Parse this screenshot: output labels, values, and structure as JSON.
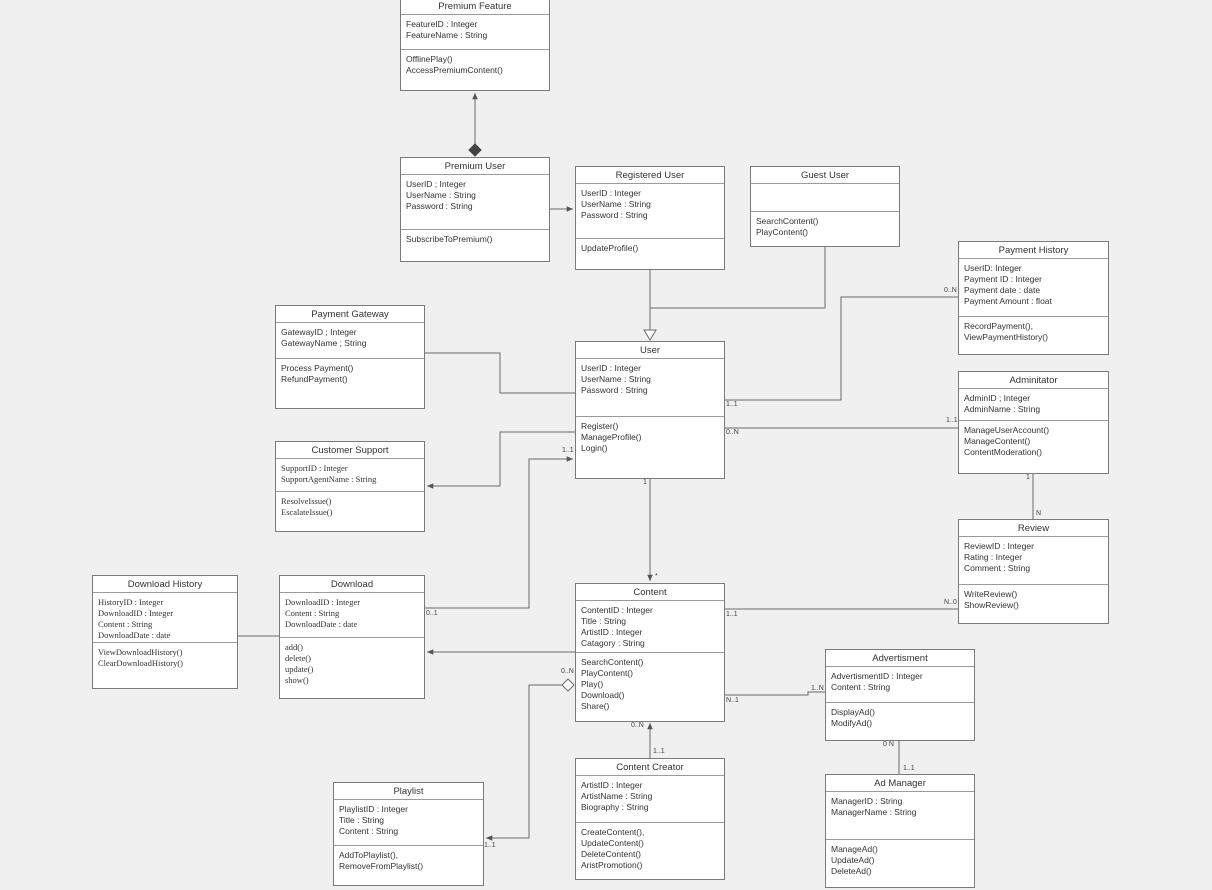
{
  "classes": {
    "premium_feature": {
      "title": "Premium Feature",
      "attributes": [
        "FeatureID : Integer",
        "FeatureName : String"
      ],
      "operations": [
        "OfflinePlay()",
        "AccessPremiumContent()"
      ]
    },
    "premium_user": {
      "title": "Premium User",
      "attributes": [
        "UserID ; Integer",
        "UserName : String",
        "Password : String"
      ],
      "operations": [
        "SubscribeToPremium()"
      ]
    },
    "registered_user": {
      "title": "Registered User",
      "attributes": [
        "UserID : Integer",
        "UserName : String",
        "Password : String"
      ],
      "operations": [
        "UpdateProfile()"
      ]
    },
    "guest_user": {
      "title": "Guest User",
      "attributes": [],
      "operations": [
        "SearchContent()",
        "PlayContent()"
      ]
    },
    "payment_history": {
      "title": "Payment History",
      "attributes": [
        "UserID: Integer",
        "Payment ID : Integer",
        "Payment date : date",
        "Payment Amount : float"
      ],
      "operations": [
        "RecordPayment(),",
        "ViewPaymentHistory()"
      ]
    },
    "payment_gateway": {
      "title": "Payment Gateway",
      "attributes": [
        "GatewayID ; Integer",
        "GatewayName ; String"
      ],
      "operations": [
        "Process Payment()",
        "RefundPayment()"
      ]
    },
    "user": {
      "title": "User",
      "attributes": [
        "UserID : Integer",
        "UserName : String",
        "Password : String"
      ],
      "operations": [
        "Register()",
        "ManageProfile()",
        "Login()"
      ]
    },
    "admin": {
      "title": "Adminitator",
      "attributes": [
        "AdminID ; Integer",
        "AdminName : String"
      ],
      "operations": [
        "ManageUserAccount()",
        "ManageContent()",
        "ContentModeration()"
      ]
    },
    "customer_support": {
      "title": "Customer Support",
      "attributes": [
        "SupportID : Integer",
        "SupportAgentName : String"
      ],
      "operations": [
        "ResolveIssue()",
        "EscalateIssue()"
      ]
    },
    "review": {
      "title": "Review",
      "attributes": [
        "ReviewID : Integer",
        "Rating : Integer",
        "Comment : String"
      ],
      "operations": [
        "WriteReview()",
        "ShowReview()"
      ]
    },
    "download_history": {
      "title": "Download History",
      "attributes": [
        "HistoryID : Integer",
        "DownloadID : Integer",
        "Content : String",
        "DownloadDate :  date"
      ],
      "operations": [
        "ViewDownloadHistory()",
        "ClearDownloadHistory()"
      ]
    },
    "download": {
      "title": "Download",
      "attributes": [
        "DownloadID : Integer",
        "Content : String",
        "DownloadDate : date"
      ],
      "operations": [
        "add()",
        "delete()",
        "update()",
        "show()"
      ]
    },
    "content": {
      "title": "Content",
      "attributes": [
        "ContentID : Integer",
        "Title : String",
        "ArtistID : Integer",
        "Catagory : String"
      ],
      "operations": [
        "SearchContent()",
        "PlayContent()",
        "Play()",
        "Download()",
        "Share()"
      ]
    },
    "advertisment": {
      "title": "Advertisment",
      "attributes": [
        "AdvertismentID : Integer",
        "Content : String"
      ],
      "operations": [
        "DisplayAd()",
        "ModifyAd()"
      ]
    },
    "content_creator": {
      "title": "Content Creator",
      "attributes": [
        "ArtistID : Integer",
        "ArtistName : String",
        "Biography : String"
      ],
      "operations": [
        "CreateContent(),",
        "UpdateContent()",
        "DeleteContent()",
        "AristPromotion()"
      ]
    },
    "ad_manager": {
      "title": "Ad Manager",
      "attributes": [
        "ManagerID : String",
        "ManagerName : String"
      ],
      "operations": [
        "ManageAd()",
        "UpdateAd()",
        "DeleteAd()"
      ]
    },
    "playlist": {
      "title": "Playlist",
      "attributes": [
        "PlaylistID : Integer",
        "Title : String",
        "Content : String"
      ],
      "operations": [
        "AddToPlaylist(),",
        "RemoveFromPlaylist()"
      ]
    }
  },
  "multiplicities": {
    "ph_user_end": "1..1",
    "ph_end": "0..N",
    "admin_user_end": "0..N",
    "admin_end": "1..1",
    "cs_user_end": "1..1",
    "user_content_top": "1",
    "content_user_end": "*",
    "admin_review_top": "1",
    "review_admin_end": "N",
    "content_review_end": "1..1",
    "review_content_end": "N..0",
    "download_user_end": "0..1",
    "content_agg_end": "0..N",
    "content_ad_end": "N..1",
    "ad_content_end": "1..N",
    "content_creator_top": "0..N",
    "creator_content_end": "1..1",
    "ad_mgr_top": "0  N",
    "mgr_ad_end": "1..1",
    "playlist_end": "1..1"
  }
}
